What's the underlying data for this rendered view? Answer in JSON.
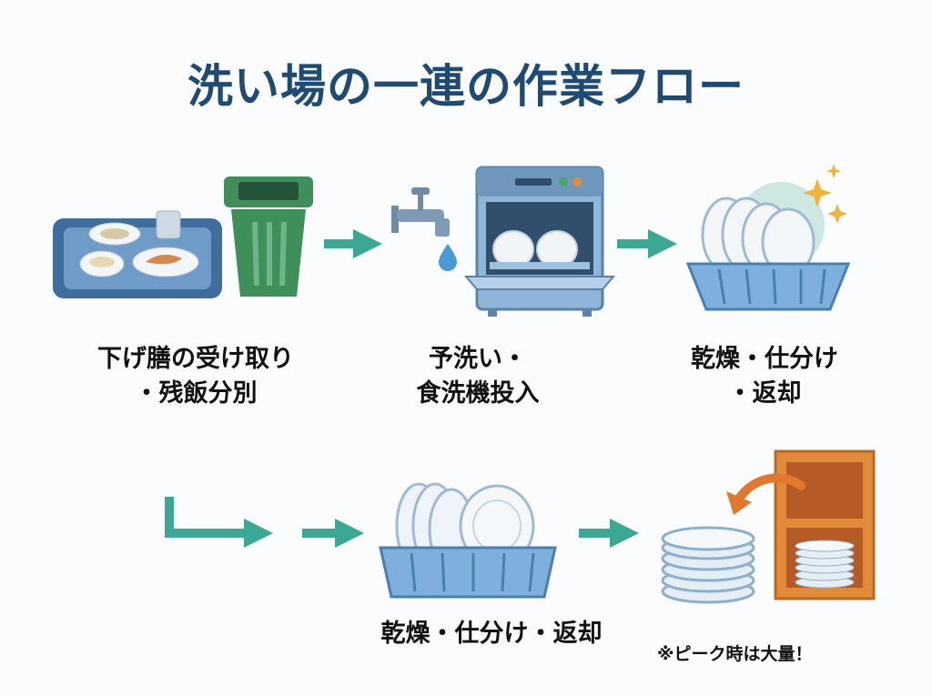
{
  "title": "洗い場の一連の作業フロー",
  "steps": [
    {
      "line1": "下げ膳の受け取り",
      "line2": "・残飯分別"
    },
    {
      "line1": "予洗い・",
      "line2": "食洗機投入"
    },
    {
      "line1": "乾燥・仕分け",
      "line2": "・返却"
    }
  ],
  "bottom_step": {
    "label": "乾燥・仕分け・返却"
  },
  "note": "※ピーク時は大量！",
  "colors": {
    "title": "#1f4a72",
    "arrow": "#3aa892",
    "tray": "#3f6e9e",
    "bin": "#3f8f5a",
    "machine": "#8fb6d8",
    "rack": "#7fb0dd",
    "shelf": "#e08a3a"
  },
  "icons": [
    "tray-icon",
    "trash-bin-icon",
    "faucet-icon",
    "water-drop-icon",
    "dishwasher-icon",
    "dish-rack-icon",
    "sparkle-icon",
    "plate-stack-icon",
    "shelf-icon",
    "curved-arrow-icon"
  ]
}
